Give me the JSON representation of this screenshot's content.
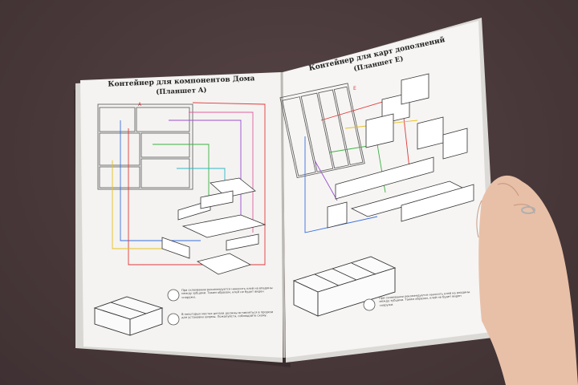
{
  "left_page": {
    "title_line1": "Контейнер для компонентов Дома",
    "title_line2": "(Планшет A)",
    "marker": "A",
    "note1": "При склеивании рекомендуется наносить клей на впадины между зубцами. Таким образом, клей не будет виден снаружи.",
    "note2": "В некоторых местах детали должны вставляться в прорези для установки ширмы. Пожалуйста, соблюдайте схему."
  },
  "right_page": {
    "title_line1": "Контейнер для карт дополнений",
    "title_line2": "(Планшет E)",
    "marker": "E",
    "note1": "При склеивании рекомендуется наносить клей на впадины между зубцами. Таким образом, клей не будет виден снаружи."
  },
  "colors": {
    "background": "#4a3a3c",
    "page": "#f4f3f1",
    "line_red": "#e03a3a",
    "line_green": "#3cb043",
    "line_blue": "#3a6fe0",
    "line_purple": "#9a4fd0",
    "line_yellow": "#e8c020",
    "line_cyan": "#30b8c8",
    "line_pink": "#e060a0"
  }
}
